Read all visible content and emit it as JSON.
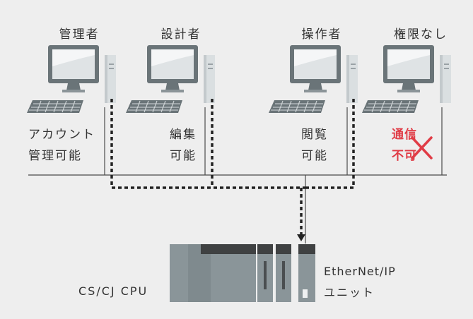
{
  "clients": [
    {
      "role": "管理者",
      "permission_line1": "アカウント",
      "permission_line2": "管理可能"
    },
    {
      "role": "設計者",
      "permission_line1": "編集",
      "permission_line2": "可能"
    },
    {
      "role": "操作者",
      "permission_line1": "閲覧",
      "permission_line2": "可能"
    },
    {
      "role": "権限なし",
      "permission_line1": "通信",
      "permission_line2": "不可"
    }
  ],
  "plc": {
    "cpu_label": "CS/CJ CPU",
    "unit_label_line1": "EtherNet/IP",
    "unit_label_line2": "ユニット"
  },
  "colors": {
    "background": "#eeeeee",
    "accent_red": "#e03c46",
    "dotted_path": "#222222",
    "module_gray": "#8a9599",
    "module_dark": "#3f4142"
  },
  "icons": [
    "desktop-computer-icon",
    "denied-cross-icon"
  ]
}
